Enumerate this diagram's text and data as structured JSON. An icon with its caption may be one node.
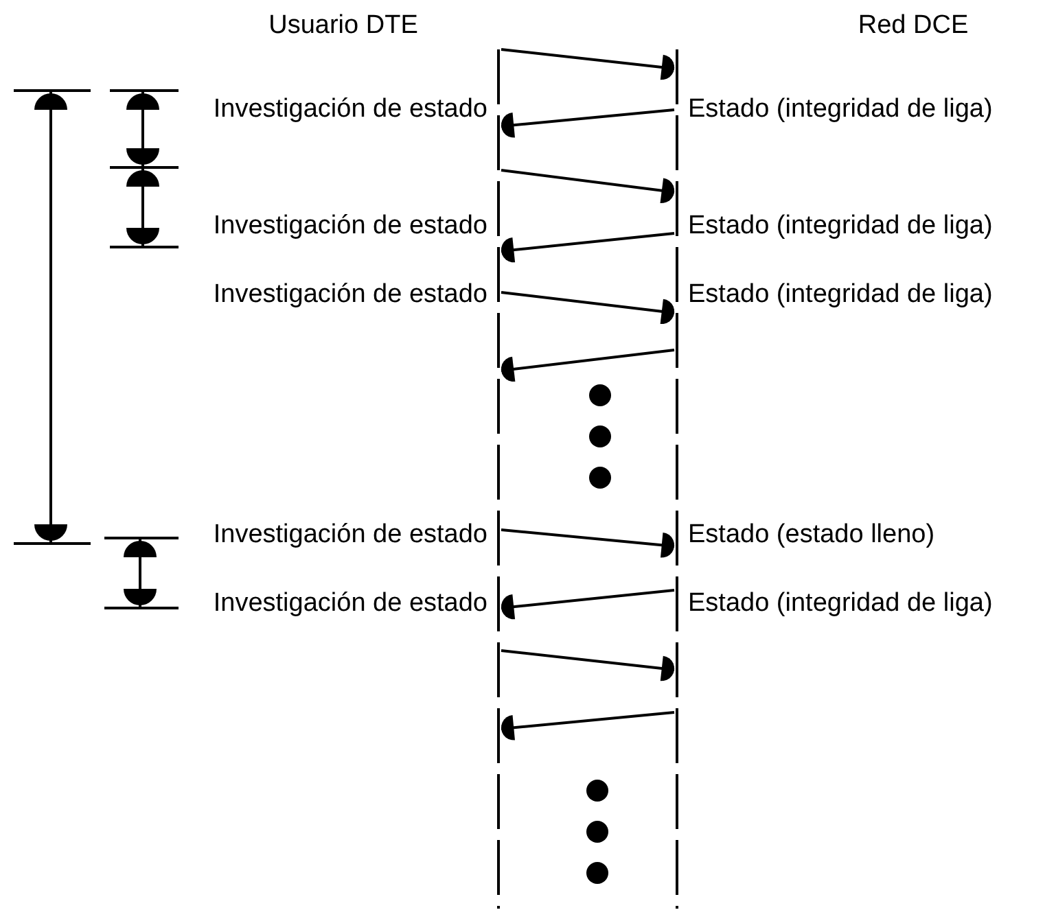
{
  "diagram": {
    "nodes": [
      {
        "text": [
          "Usuario DTE"
        ]
      },
      {
        "text": [
          "Red DCE"
        ]
      }
    ],
    "edges": [
      {
        "from": 0,
        "to": 1,
        "arrow": "to"
      },
      {
        "from": 1,
        "to": 0,
        "arrow": "to"
      },
      {
        "from": 0,
        "to": 1,
        "arrow": "to"
      },
      {
        "from": 1,
        "to": 0,
        "arrow": "to"
      },
      {
        "from": 0,
        "to": 1,
        "arrow": "to"
      },
      {
        "from": 1,
        "to": 0,
        "arrow": "to"
      },
      {
        "from": 0,
        "to": 1,
        "arrow": "to"
      },
      {
        "from": 1,
        "to": 0,
        "arrow": "to"
      },
      {
        "from": 0,
        "to": 1,
        "arrow": "to"
      },
      {
        "from": 1,
        "to": 0,
        "arrow": "to"
      }
    ],
    "labels": [
      "Investigación de estado",
      "Estado (integridad de liga)",
      "Investigación de estado",
      "Estado (integridad de liga)",
      "Investigación de estado",
      "Estado (integridad de liga)",
      "Investigación de estado",
      "Estado (estado lleno)",
      "Investigación de estado",
      "Estado (integridad de liga)"
    ]
  }
}
